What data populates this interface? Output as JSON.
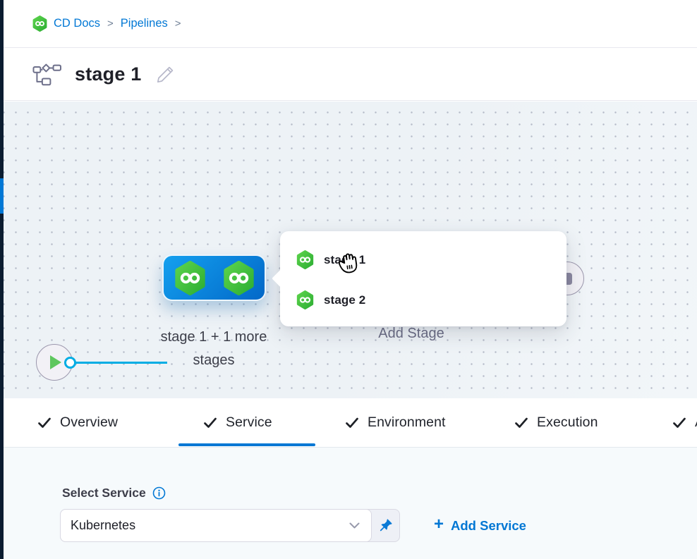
{
  "breadcrumb": {
    "items": [
      {
        "label": "CD Docs"
      },
      {
        "label": "Pipelines"
      }
    ],
    "separator": ">"
  },
  "header": {
    "title": "stage 1"
  },
  "canvas": {
    "stage_group_caption": "stage 1 + 1 more stages",
    "add_stage_label": "Add Stage",
    "stage_menu": {
      "items": [
        {
          "label": "stage 1"
        },
        {
          "label": "stage 2"
        }
      ]
    }
  },
  "tabs": {
    "active": "Service",
    "items": [
      {
        "label": "Overview"
      },
      {
        "label": "Service"
      },
      {
        "label": "Environment"
      },
      {
        "label": "Execution"
      },
      {
        "label": "A"
      }
    ]
  },
  "service_panel": {
    "label": "Select Service",
    "service_value": "Kubernetes",
    "plus": "+",
    "add_service": "Add Service"
  },
  "colors": {
    "accent_blue": "#0278d5",
    "connector_blue": "#00ade4",
    "harness_green": "#42ab45",
    "card_gradient_start": "#14a0ef",
    "card_gradient_end": "#0268c8",
    "rail_dark": "#0b1c30"
  }
}
